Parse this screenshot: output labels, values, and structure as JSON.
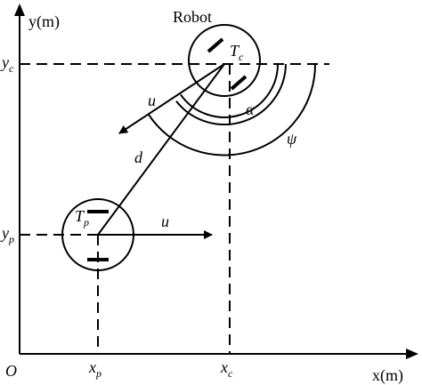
{
  "diagram": {
    "y_axis_label": "y(m)",
    "x_axis_label": "x(m)",
    "origin_label": "O",
    "robot_label": "Robot",
    "chaser": {
      "name": "T",
      "sub": "c",
      "coord_x": "x",
      "coord_y": "y",
      "coord_sub": "c"
    },
    "target": {
      "name": "T",
      "sub": "p",
      "coord_x": "x",
      "coord_y": "y",
      "coord_sub": "p"
    },
    "velocity_label_chaser": "u",
    "velocity_label_target": "u",
    "distance_label": "d",
    "angle_alpha_label": "α",
    "angle_psi_label": "ψ"
  }
}
